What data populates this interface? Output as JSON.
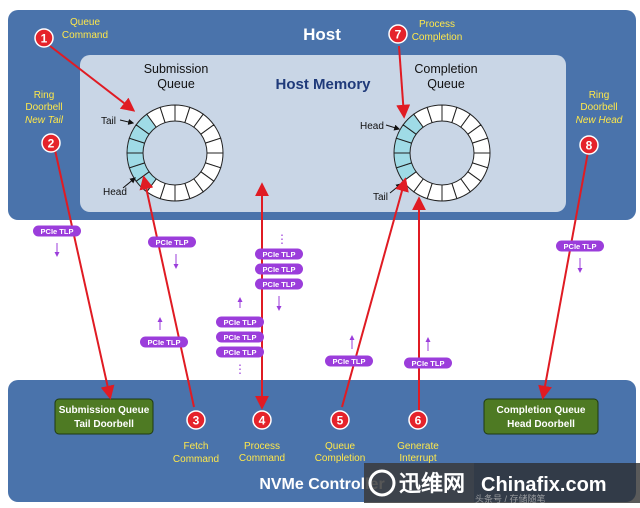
{
  "host": {
    "title": "Host",
    "memory_title": "Host Memory"
  },
  "controller": {
    "title": "NVMe Controller"
  },
  "submission_queue": {
    "title_line1": "Submission",
    "title_line2": "Queue",
    "tail": "Tail",
    "head": "Head"
  },
  "completion_queue": {
    "title_line1": "Completion",
    "title_line2": "Queue",
    "head": "Head",
    "tail": "Tail"
  },
  "steps": [
    {
      "num": "1",
      "line1": "Queue",
      "line2": "Command",
      "line3": ""
    },
    {
      "num": "2",
      "line1": "Ring",
      "line2": "Doorbell",
      "line3": "New Tail"
    },
    {
      "num": "3",
      "line1": "Fetch",
      "line2": "Command",
      "line3": ""
    },
    {
      "num": "4",
      "line1": "Process",
      "line2": "Command",
      "line3": ""
    },
    {
      "num": "5",
      "line1": "Queue",
      "line2": "Completion",
      "line3": ""
    },
    {
      "num": "6",
      "line1": "Generate",
      "line2": "Interrupt",
      "line3": ""
    },
    {
      "num": "7",
      "line1": "Process",
      "line2": "Completion",
      "line3": ""
    },
    {
      "num": "8",
      "line1": "Ring",
      "line2": "Doorbell",
      "line3": "New Head"
    }
  ],
  "tlp_label": "PCIe TLP",
  "ellipsis": "⋮",
  "doorbells": {
    "sq": {
      "line1": "Submission Queue",
      "line2": "Tail Doorbell"
    },
    "cq": {
      "line1": "Completion Queue",
      "line2": "Head Doorbell"
    }
  },
  "watermark": {
    "cn": "迅维网",
    "en": "Chinafix.com",
    "tail": "头条号 / 存储随笔"
  },
  "colors": {
    "panel_blue": "#4a73ab",
    "memory_bg": "#c9d6e6",
    "badge_red": "#e5232b",
    "arrow_red": "#e01b23",
    "tlp_purple": "#9b3ddb",
    "doorbell_green": "#4e7a23",
    "ring_cyan": "#9fdbe6",
    "label_yellow": "#ffe84a"
  }
}
